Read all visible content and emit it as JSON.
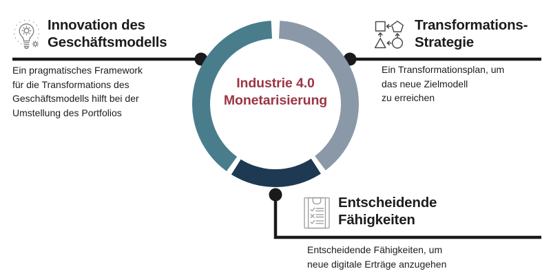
{
  "center": {
    "line1": "Industrie 4.0",
    "line2": "Monetarisierung",
    "color": "#9b3544"
  },
  "donut": {
    "segments": [
      {
        "name": "innovation-segment",
        "color": "#4a7d8c",
        "start_deg": 216,
        "end_deg": 357
      },
      {
        "name": "transformation-segment",
        "color": "#8b98a8",
        "start_deg": 3,
        "end_deg": 143
      },
      {
        "name": "capabilities-segment",
        "color": "#1e3a52",
        "start_deg": 147,
        "end_deg": 212
      }
    ],
    "outer_radius": 121,
    "thickness": 26
  },
  "connector_color": "#1a1a1a",
  "sections": [
    {
      "id": "innovation",
      "icon": "lightbulb-gear-icon",
      "title": "Innovation des\nGeschäftsmodells",
      "body": "Ein pragmatisches Framework\nfür die Transformations des\nGeschäftsmodells hilft bei der\nUmstellung des Portfolios"
    },
    {
      "id": "transformation",
      "icon": "shapes-transform-icon",
      "title": "Transformations-\nStrategie",
      "body": "Ein Transformationsplan, um\ndas neue Zielmodell\nzu erreichen"
    },
    {
      "id": "capabilities",
      "icon": "clipboard-checklist-icon",
      "title": "Entscheidende\nFähigkeiten",
      "body": "Entscheidende Fähigkeiten, um\nneue digitale Erträge anzugehen"
    }
  ]
}
